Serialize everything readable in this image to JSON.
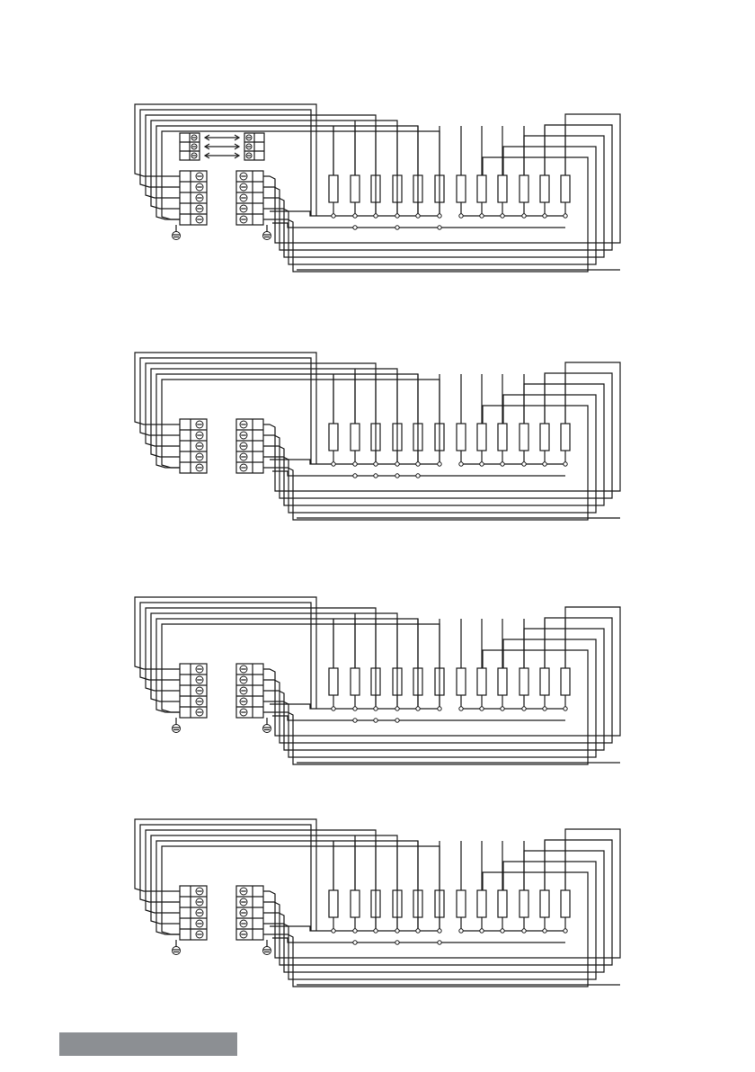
{
  "page": {
    "background": "#ffffff",
    "line_color": "#1a1a1a",
    "footer_color": "#8c8f93"
  },
  "diagrams": [
    {
      "id": "variant-1",
      "rows": 5,
      "earth_left": true,
      "earth_right": true,
      "small_block": true,
      "right_junction_row": [
        1,
        3,
        5
      ]
    },
    {
      "id": "variant-2",
      "rows": 5,
      "earth_left": false,
      "earth_right": false,
      "small_block": false,
      "right_junction_row": [
        1,
        2,
        3,
        4
      ]
    },
    {
      "id": "variant-3",
      "rows": 5,
      "earth_left": true,
      "earth_right": true,
      "small_block": false,
      "right_junction_row": [
        1,
        2,
        3
      ]
    },
    {
      "id": "variant-4",
      "rows": 5,
      "earth_left": true,
      "earth_right": true,
      "small_block": false,
      "right_junction_row": [
        1,
        3,
        5
      ]
    }
  ],
  "resistors_per_diagram": 12,
  "icons": {
    "screw": "screw-terminal-icon",
    "earth": "ground-symbol-icon",
    "arrow": "double-arrow-icon"
  }
}
